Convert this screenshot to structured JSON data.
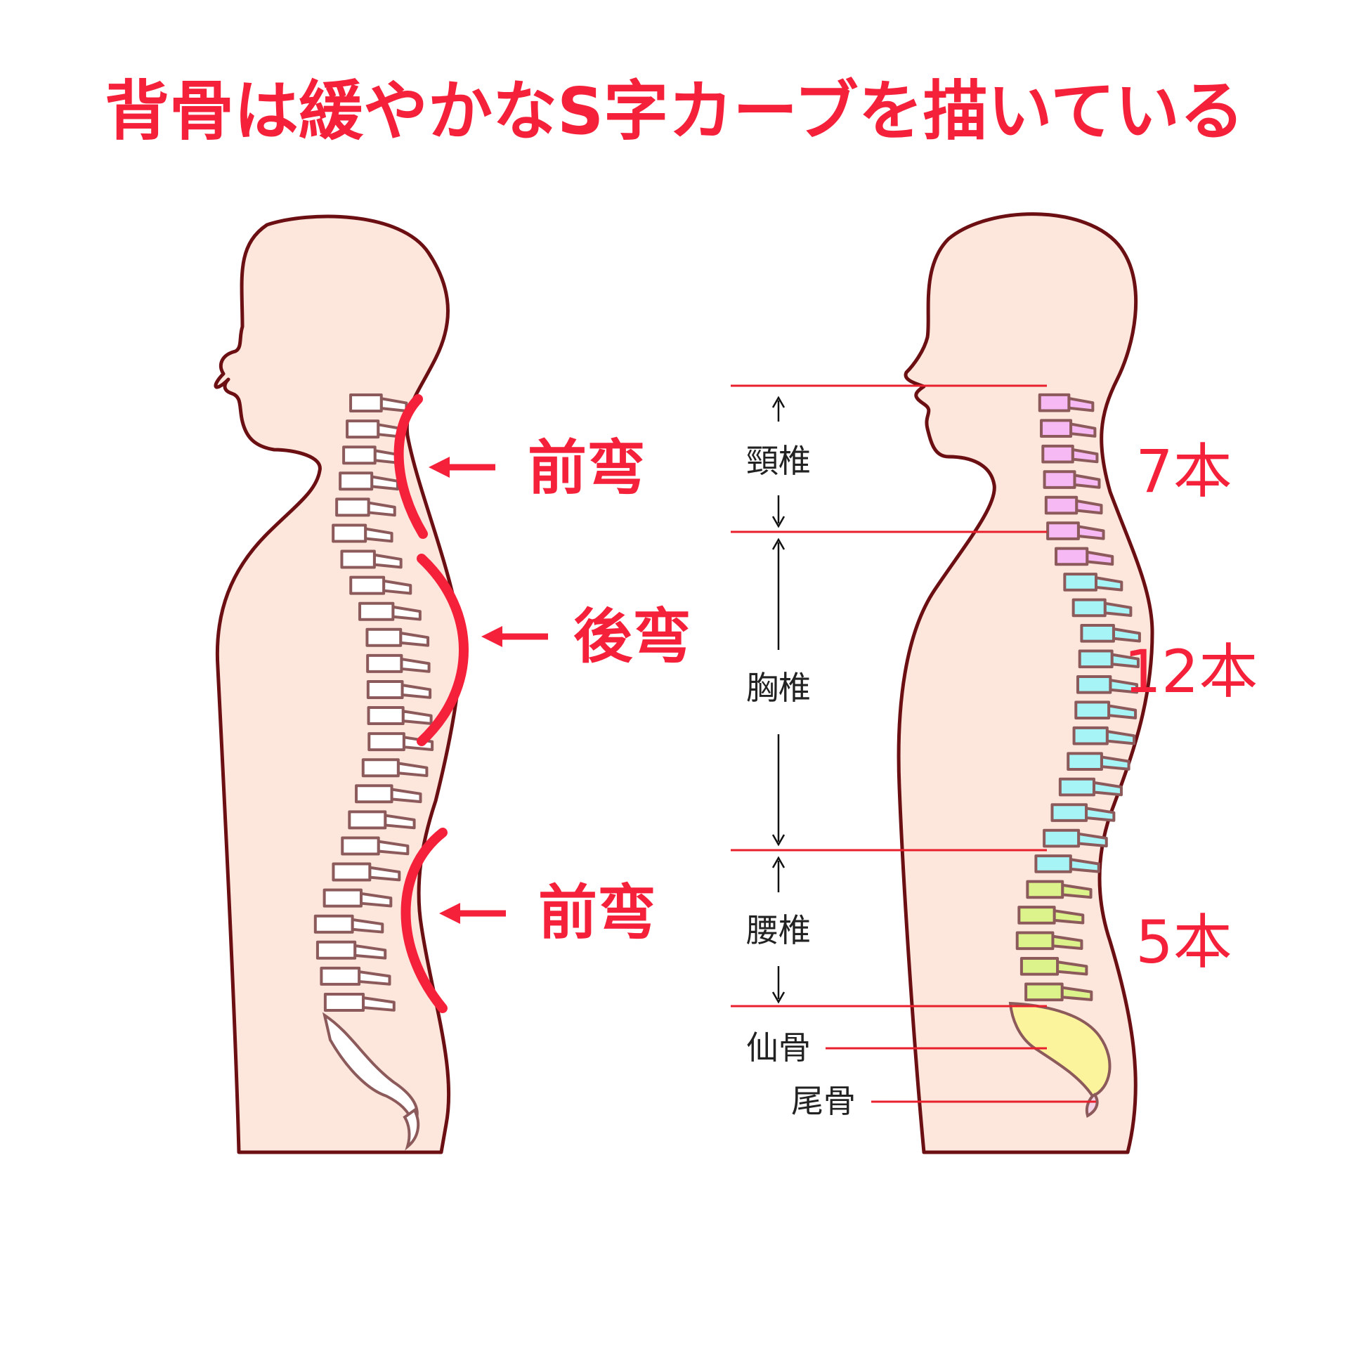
{
  "title": "背骨は緩やかなS字カーブを描いている",
  "curves": [
    {
      "label": "前弯"
    },
    {
      "label": "後弯"
    },
    {
      "label": "前弯"
    }
  ],
  "regions": [
    {
      "name": "頸椎",
      "count": "7本",
      "color": "#f6b9f3"
    },
    {
      "name": "胸椎",
      "count": "12本",
      "color": "#a6f4f6"
    },
    {
      "name": "腰椎",
      "count": "5本",
      "color": "#dcf38b"
    }
  ],
  "sacrum": {
    "name": "仙骨",
    "color": "#fbf49c"
  },
  "coccyx": {
    "name": "尾骨",
    "color": "#f3d2e6"
  },
  "colors": {
    "accent": "#f5213a",
    "skin": "#fde6dc",
    "outline": "#6b0f13",
    "vertebra_outline": "#8c5a5a",
    "guide_line": "#e8202e"
  }
}
